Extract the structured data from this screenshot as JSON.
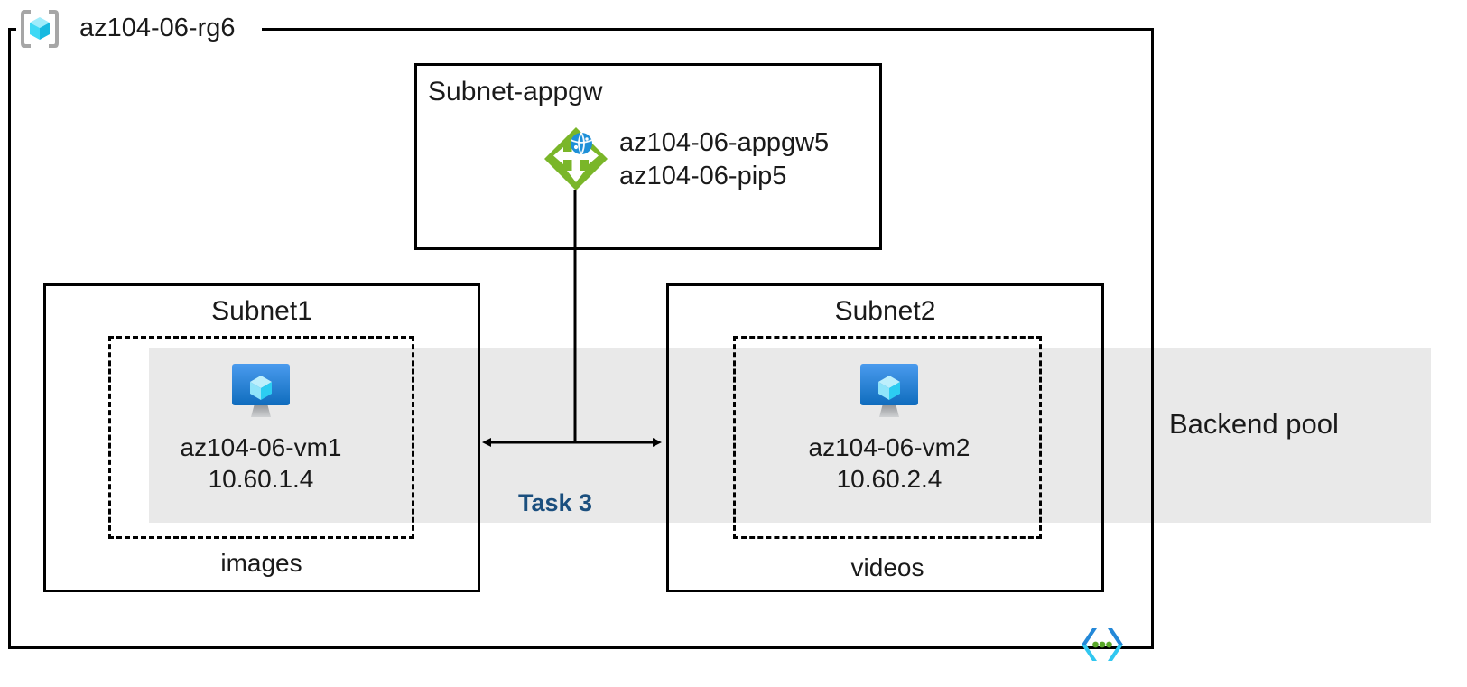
{
  "diagram": {
    "title": "az104-06-rg6",
    "resource_group": {
      "name": "az104-06-rg6",
      "icon": "resource-group-icon"
    },
    "subnets": [
      {
        "id": "subnet-appgw",
        "title": "Subnet-appgw",
        "resources": [
          {
            "icon": "application-gateway-icon",
            "labels": [
              "az104-06-appgw5",
              "az104-06-pip5"
            ]
          }
        ]
      },
      {
        "id": "subnet1",
        "title": "Subnet1",
        "footer": "images",
        "vm": {
          "icon": "virtual-machine-icon",
          "name": "az104-06-vm1",
          "ip": "10.60.1.4"
        }
      },
      {
        "id": "subnet2",
        "title": "Subnet2",
        "footer": "videos",
        "vm": {
          "icon": "virtual-machine-icon",
          "name": "az104-06-vm2",
          "ip": "10.60.2.4"
        }
      }
    ],
    "appgw": {
      "name": "az104-06-appgw5",
      "public_ip": "az104-06-pip5"
    },
    "backend_pool": {
      "label": "Backend pool",
      "band_color": "#e9e9e9"
    },
    "annotations": [
      {
        "id": "task-3",
        "label": "Task 3",
        "color": "#1b4f7e"
      }
    ],
    "vnet_icon": "virtual-network-icon",
    "colors": {
      "appgw_green": "#7ab629",
      "appgw_globe_blue": "#1e90d8",
      "vm_blue_top": "#4a9bee",
      "vm_blue_bottom": "#0f6cbd",
      "vm_cube_cyan": "#32d3f5",
      "rg_cube_cyan": "#37d6f7",
      "bracket_gray": "#a6a6a6",
      "band_gray": "#e9e9e9",
      "task_blue": "#1b4f7e",
      "vnet_blue": "#2488d8",
      "vnet_cyan": "#31c7f0",
      "vnet_green": "#5aa829",
      "stroke": "#000000"
    }
  }
}
